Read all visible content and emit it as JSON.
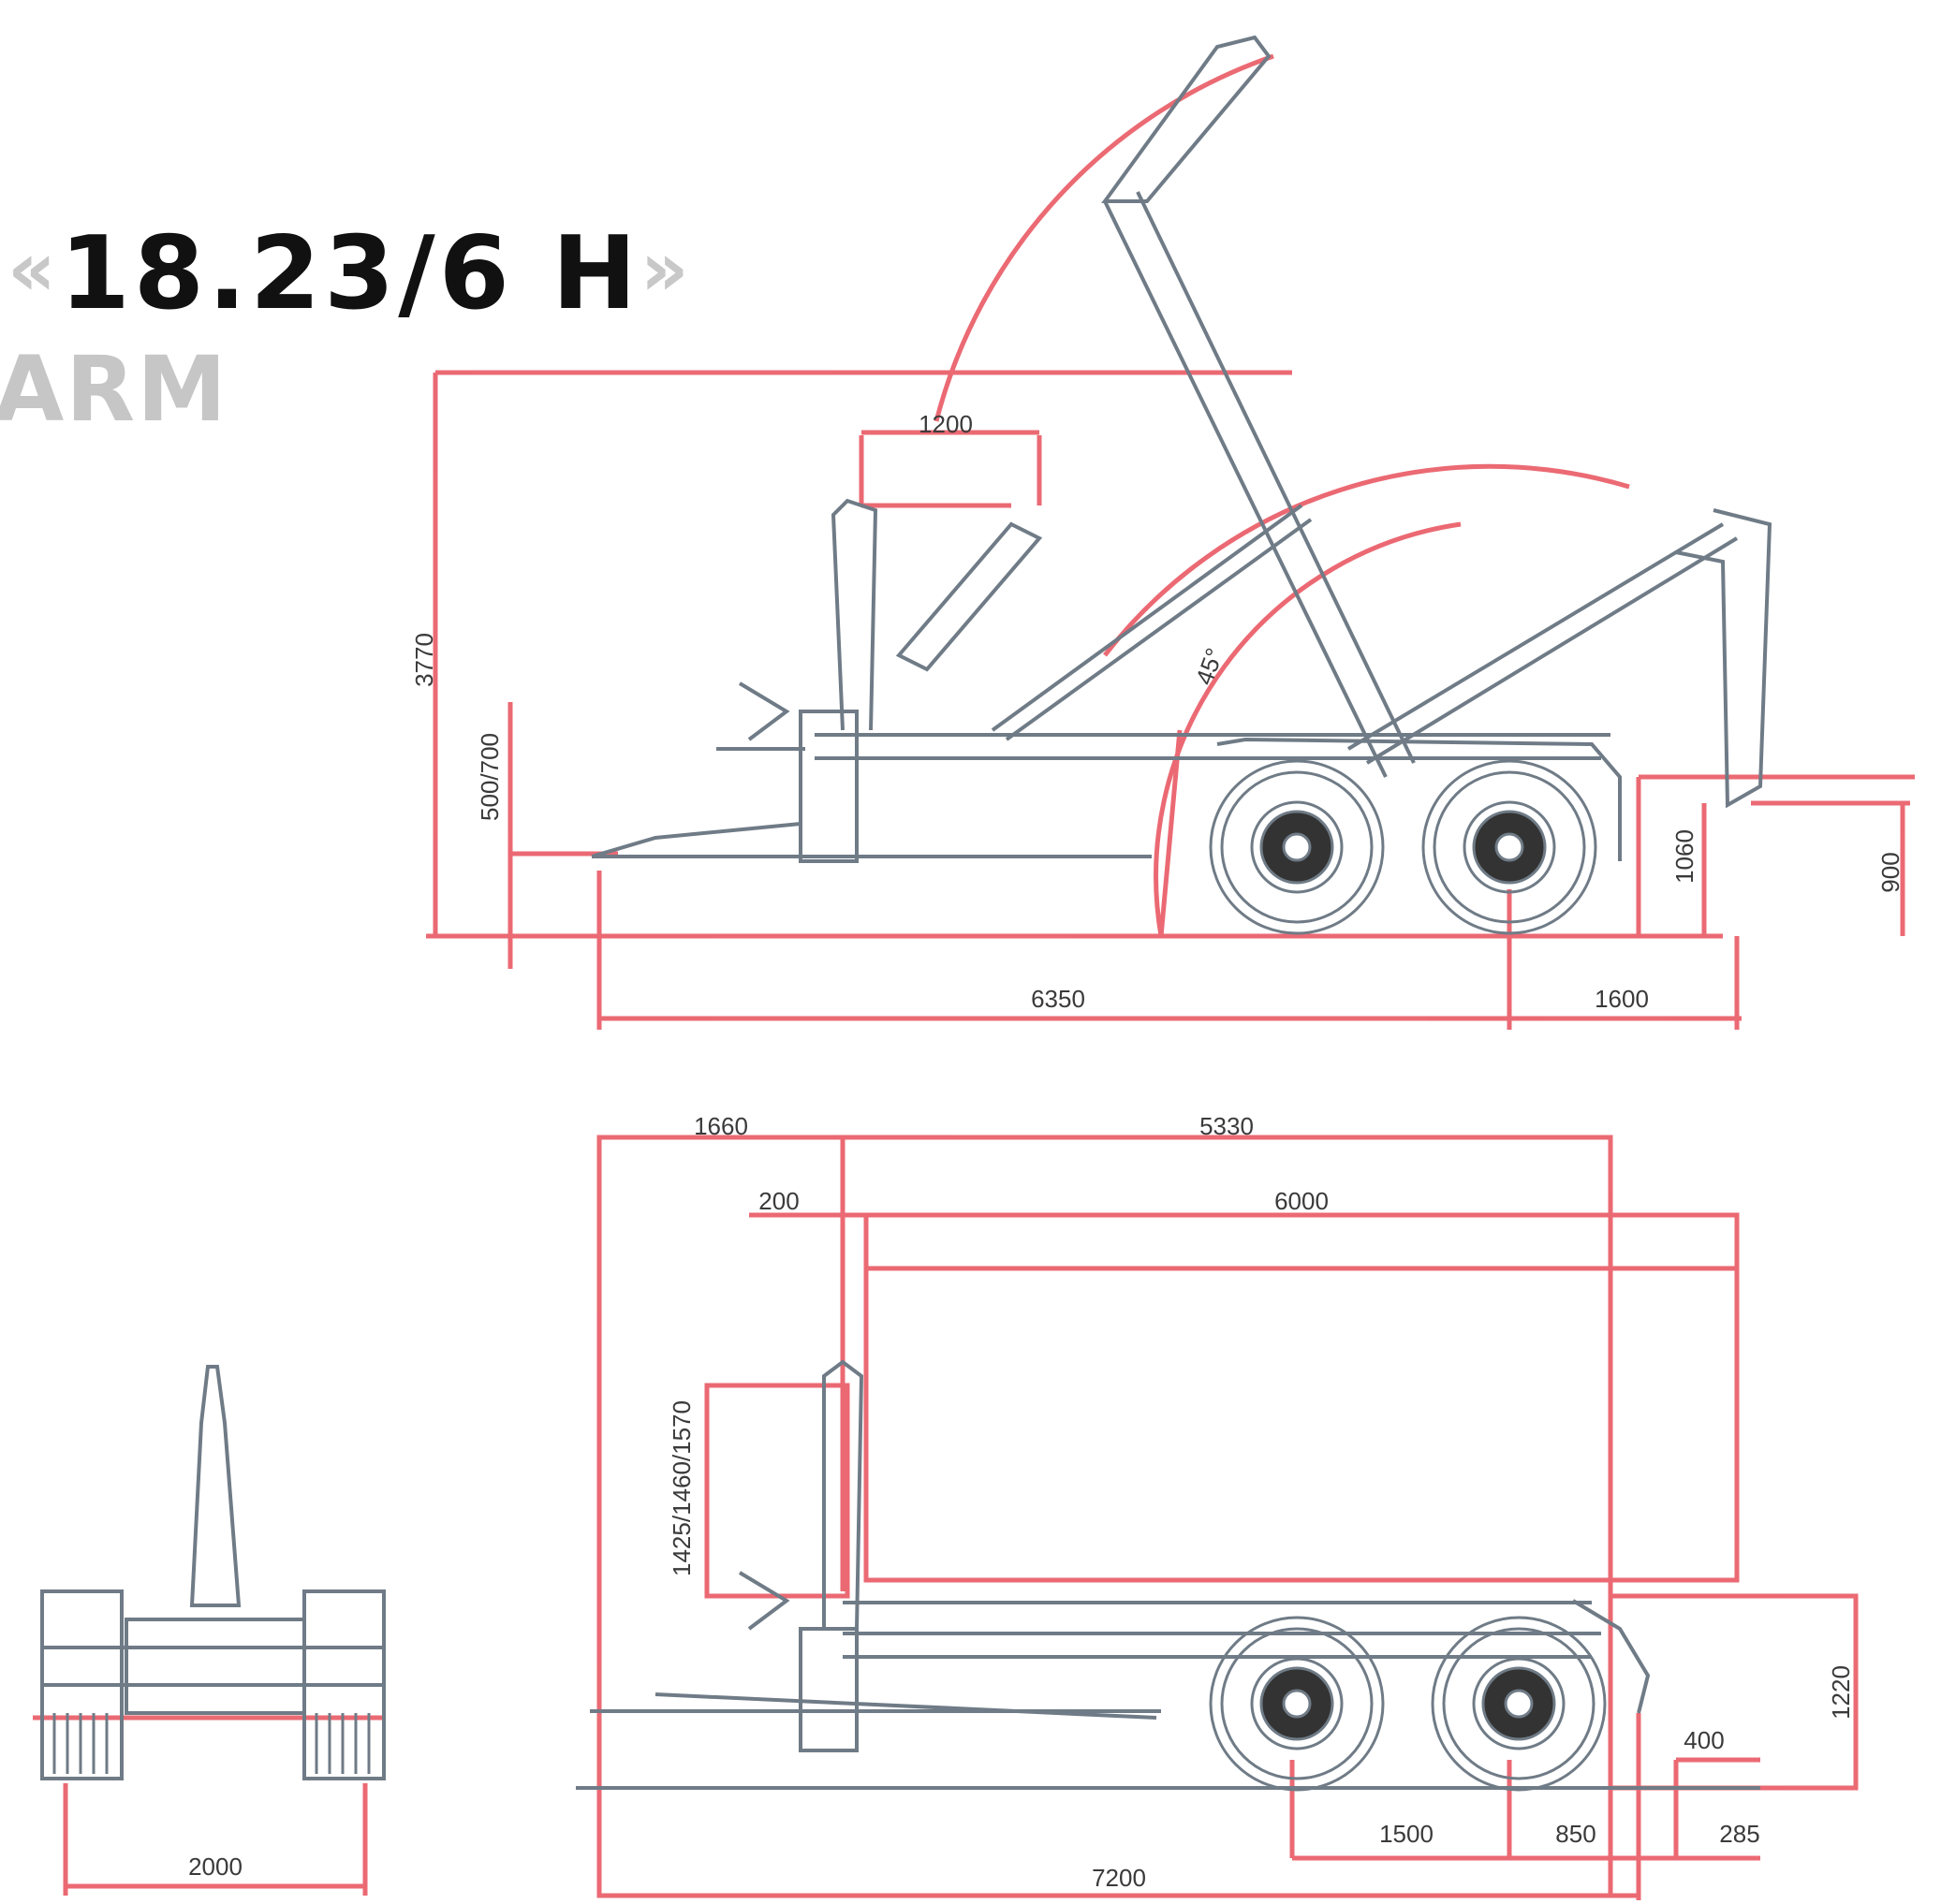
{
  "title": {
    "open_quote": "«",
    "model": "18.23/6 H",
    "close_quote": "»"
  },
  "subtitle": "ARM",
  "colors": {
    "dimension": "#e8505b",
    "outline": "#6f7b86",
    "text": "#111111",
    "subtitle": "#c6c6c6"
  },
  "side_view": {
    "dims": {
      "arm_reach": "1200",
      "overall_height": "3770",
      "hitch_height": "500/700",
      "angle": "45°",
      "rear_height": "1060",
      "rear_overhang_height": "900",
      "length": "6350",
      "rear_length": "1600"
    }
  },
  "plan_view": {
    "dims": {
      "front": "1660",
      "frame": "5330",
      "offset": "200",
      "container": "6000",
      "arm_height": "1425/1460/1570",
      "deck_height": "1220",
      "rear_step": "400",
      "axle_front": "1500",
      "axle_spacing": "850",
      "rear": "285",
      "overall_length": "7200"
    }
  },
  "rear_view": {
    "dims": {
      "track": "2000"
    }
  }
}
